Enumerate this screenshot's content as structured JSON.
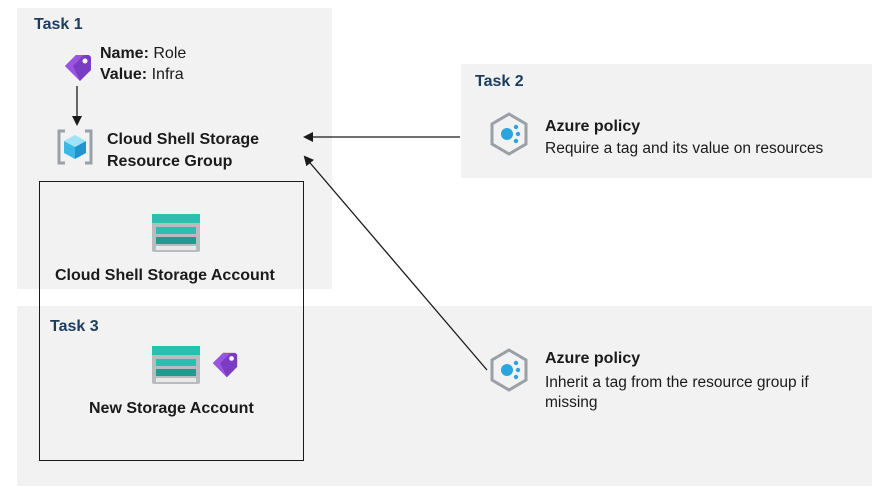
{
  "task1": {
    "label": "Task 1",
    "tag_name_key": "Name:",
    "tag_name_value": "Role",
    "tag_value_key": "Value:",
    "tag_value_value": "Infra"
  },
  "resource_group": {
    "line1": "Cloud Shell Storage",
    "line2": "Resource Group"
  },
  "cloud_shell_storage_account": "Cloud Shell Storage Account",
  "task2": {
    "label": "Task 2",
    "policy_title": "Azure policy",
    "policy_desc": "Require a tag and its value on resources"
  },
  "task3": {
    "label": "Task 3",
    "new_storage_account": "New Storage Account",
    "policy_title": "Azure policy",
    "policy_desc_line1": "Inherit a tag from the resource group if",
    "policy_desc_line2": "missing"
  },
  "colors": {
    "panel_bg": "#f2f2f2",
    "task_label": "#1b3b5f",
    "tag_purple": "#8a3fd1",
    "storage_teal": "#2bbfb0",
    "policy_blue": "#2aa5e0"
  },
  "icons": [
    "tag-icon",
    "resource-group-icon",
    "storage-account-icon",
    "azure-policy-icon"
  ]
}
